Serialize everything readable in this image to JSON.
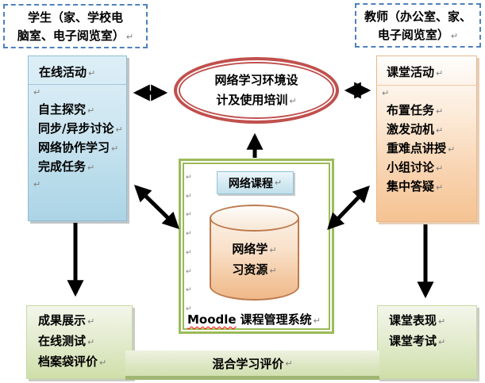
{
  "students_box": {
    "lines": [
      "学生（家、学校电",
      "脑室、电子阅览室）"
    ]
  },
  "teachers_box": {
    "lines": [
      "教师（办公室、家、",
      "电子阅览室）"
    ]
  },
  "online_box": {
    "title": "在线活动",
    "items": [
      "自主探究",
      "同步/异步讨论",
      "网络协作学习",
      "完成任务"
    ]
  },
  "training_ellipse": {
    "lines": [
      "网络学习环境设",
      "计及使用培训"
    ]
  },
  "classroom_box": {
    "title": "课堂活动",
    "items": [
      "布置任务",
      "激发动机",
      "重难点讲授",
      "小组讨论",
      "集中答疑"
    ]
  },
  "moodle_box": {
    "course_label": "网络课程",
    "resources_lines": [
      "网络学",
      "习资源"
    ],
    "caption_moodle": "Moodle",
    "caption_zh": "课程管理系统"
  },
  "bottom_left_box": {
    "items": [
      "成果展示",
      "在线测试",
      "档案袋评价"
    ]
  },
  "bottom_right_box": {
    "items": [
      "课堂表现",
      "课堂考试"
    ]
  },
  "evaluation_bar": {
    "label": "混合学习评价"
  },
  "marks": {
    "pilcrow": "↵"
  },
  "colors": {
    "dashed_border": "#4f81bd",
    "ellipse_ring": "#c0504d",
    "moodle_border": "#9bbb59",
    "cylinder_border": "#bd7a4d",
    "blue_box_fill": "#c3e0ee",
    "orange_box_fill": "#f8d2ae",
    "green_box_fill": "#dce7c2",
    "arrow": "#000000",
    "spellcheck_underline": "#ff0000"
  }
}
